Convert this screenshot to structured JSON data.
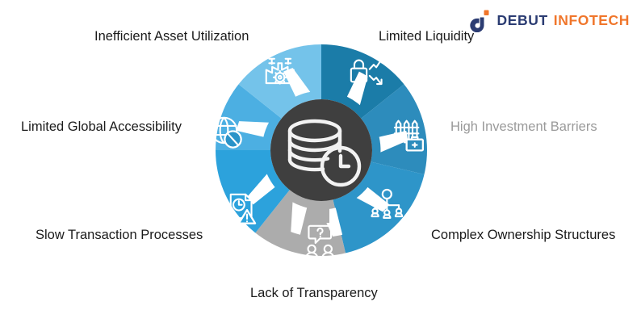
{
  "logo": {
    "mark": "debut-infotech-logo-mark",
    "word_primary": "DEBUT",
    "word_secondary": "INFOTECH",
    "color_primary": "#2B3C72",
    "color_secondary": "#F0762B"
  },
  "diagram": {
    "type": "donut-segment-wheel",
    "title": "",
    "center": {
      "icon": "database-clock-icon",
      "fill": "#3F3F3F",
      "icon_color": "#FFFFFF"
    },
    "segments": [
      {
        "id": "limited-liquidity",
        "label": "Limited Liquidity",
        "icon": "lock-volatility-arrows-icon",
        "color": "#1B7CA8",
        "label_color": "#1b1b1b",
        "start_angle": 0,
        "end_angle": 51.43
      },
      {
        "id": "high-investment-barriers",
        "label": "High Investment Barriers",
        "icon": "fence-briefcase-icon",
        "color": "#2D8CBC",
        "label_color": "#9a9a9a",
        "start_angle": 51.43,
        "end_angle": 102.86
      },
      {
        "id": "complex-ownership-structures",
        "label": "Complex Ownership Structures",
        "icon": "org-hierarchy-icon",
        "color": "#2E95C9",
        "label_color": "#1b1b1b",
        "start_angle": 102.86,
        "end_angle": 154.29
      },
      {
        "id": "lack-of-transparency",
        "label": "Lack of Transparency",
        "icon": "question-speech-people-icon",
        "color": "#ACACAC",
        "label_color": "#1b1b1b",
        "start_angle": 154.29,
        "end_angle": 205.71
      },
      {
        "id": "slow-transaction-processes",
        "label": "Slow Transaction Processes",
        "icon": "document-clock-warning-icon",
        "color": "#2CA2DC",
        "label_color": "#1b1b1b",
        "start_angle": 205.71,
        "end_angle": 257.14
      },
      {
        "id": "limited-global-accessibility",
        "label": "Limited Global Accessibility",
        "icon": "globe-blocked-icon",
        "color": "#4CAFE2",
        "label_color": "#1b1b1b",
        "start_angle": 257.14,
        "end_angle": 308.57
      },
      {
        "id": "inefficient-asset-utilization",
        "label": "Inefficient Asset Utilization",
        "icon": "factory-gear-icon",
        "color": "#74C3EA",
        "label_color": "#1b1b1b",
        "start_angle": 308.57,
        "end_angle": 360
      }
    ]
  },
  "chart_data": {
    "type": "pie",
    "title": "",
    "categories": [
      "Limited Liquidity",
      "High Investment Barriers",
      "Complex Ownership Structures",
      "Lack of Transparency",
      "Slow Transaction Processes",
      "Limited Global Accessibility",
      "Inefficient Asset Utilization"
    ],
    "values": [
      1,
      1,
      1,
      1,
      1,
      1,
      1
    ],
    "colors": [
      "#1B7CA8",
      "#2D8CBC",
      "#2E95C9",
      "#ACACAC",
      "#2CA2DC",
      "#4CAFE2",
      "#74C3EA"
    ],
    "legend": "labels-around-ring",
    "grid": false
  }
}
